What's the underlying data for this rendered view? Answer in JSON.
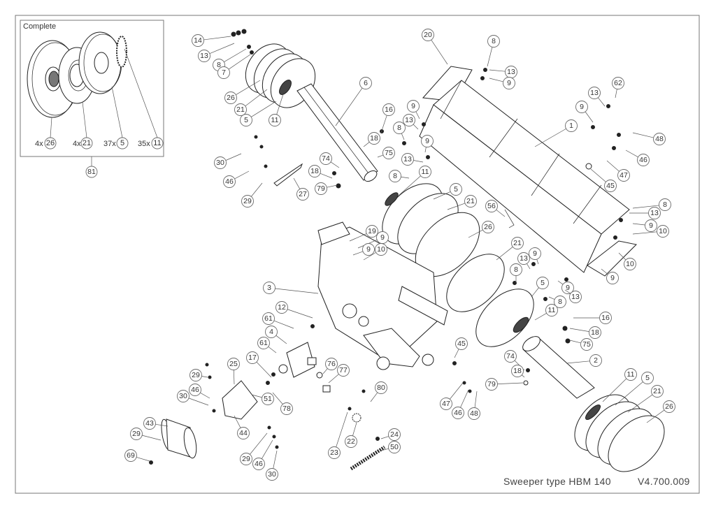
{
  "title": {
    "text": "Sweeper type HBM 140",
    "version": "V4.700.009"
  },
  "inset": {
    "label": "Complete",
    "assembly_number": "81",
    "quantities": [
      {
        "prefix": "4x",
        "part": "26"
      },
      {
        "prefix": "4x",
        "part": "21"
      },
      {
        "prefix": "37x",
        "part": "5"
      },
      {
        "prefix": "35x",
        "part": "11"
      }
    ]
  },
  "parts": [
    {
      "id": "p14",
      "number": "14"
    },
    {
      "id": "p13a",
      "number": "13"
    },
    {
      "id": "p8a",
      "number": "8"
    },
    {
      "id": "p7",
      "number": "7"
    },
    {
      "id": "p26a",
      "number": "26"
    },
    {
      "id": "p21a",
      "number": "21"
    },
    {
      "id": "p5a",
      "number": "5"
    },
    {
      "id": "p11a",
      "number": "11"
    },
    {
      "id": "p6",
      "number": "6"
    },
    {
      "id": "p16a",
      "number": "16"
    },
    {
      "id": "p9a",
      "number": "9"
    },
    {
      "id": "p8b",
      "number": "8"
    },
    {
      "id": "p13b",
      "number": "13"
    },
    {
      "id": "p9b",
      "number": "9"
    },
    {
      "id": "p18a",
      "number": "18"
    },
    {
      "id": "p75a",
      "number": "75"
    },
    {
      "id": "p13c",
      "number": "13"
    },
    {
      "id": "p8c",
      "number": "8"
    },
    {
      "id": "p11b",
      "number": "11"
    },
    {
      "id": "p74a",
      "number": "74"
    },
    {
      "id": "p18b",
      "number": "18"
    },
    {
      "id": "p79a",
      "number": "79"
    },
    {
      "id": "p30a",
      "number": "30"
    },
    {
      "id": "p46a",
      "number": "46"
    },
    {
      "id": "p29a",
      "number": "29"
    },
    {
      "id": "p27",
      "number": "27"
    },
    {
      "id": "p20",
      "number": "20"
    },
    {
      "id": "p8d",
      "number": "8"
    },
    {
      "id": "p13d",
      "number": "13"
    },
    {
      "id": "p9c",
      "number": "9"
    },
    {
      "id": "p62",
      "number": "62"
    },
    {
      "id": "p13e",
      "number": "13"
    },
    {
      "id": "p9d",
      "number": "9"
    },
    {
      "id": "p1",
      "number": "1"
    },
    {
      "id": "p48a",
      "number": "48"
    },
    {
      "id": "p46b",
      "number": "46"
    },
    {
      "id": "p47a",
      "number": "47"
    },
    {
      "id": "p45a",
      "number": "45"
    },
    {
      "id": "p5b",
      "number": "5"
    },
    {
      "id": "p21b",
      "number": "21"
    },
    {
      "id": "p56",
      "number": "56"
    },
    {
      "id": "p26b",
      "number": "26"
    },
    {
      "id": "p8e",
      "number": "8"
    },
    {
      "id": "p13f",
      "number": "13"
    },
    {
      "id": "p9e",
      "number": "9"
    },
    {
      "id": "p10a",
      "number": "10"
    },
    {
      "id": "p10b",
      "number": "10"
    },
    {
      "id": "p9f",
      "number": "9"
    },
    {
      "id": "p19",
      "number": "19"
    },
    {
      "id": "p9g",
      "number": "9"
    },
    {
      "id": "p9h",
      "number": "9"
    },
    {
      "id": "p10c",
      "number": "10"
    },
    {
      "id": "p21c",
      "number": "21"
    },
    {
      "id": "p13g",
      "number": "13"
    },
    {
      "id": "p9i",
      "number": "9"
    },
    {
      "id": "p8f",
      "number": "8"
    },
    {
      "id": "p5c",
      "number": "5"
    },
    {
      "id": "p9j",
      "number": "9"
    },
    {
      "id": "p13h",
      "number": "13"
    },
    {
      "id": "p8g",
      "number": "8"
    },
    {
      "id": "p3",
      "number": "3"
    },
    {
      "id": "p11c",
      "number": "11"
    },
    {
      "id": "p16b",
      "number": "16"
    },
    {
      "id": "p18c",
      "number": "18"
    },
    {
      "id": "p75b",
      "number": "75"
    },
    {
      "id": "p12",
      "number": "12"
    },
    {
      "id": "p61a",
      "number": "61"
    },
    {
      "id": "p4",
      "number": "4"
    },
    {
      "id": "p61b",
      "number": "61"
    },
    {
      "id": "p17",
      "number": "17"
    },
    {
      "id": "p76",
      "number": "76"
    },
    {
      "id": "p77",
      "number": "77"
    },
    {
      "id": "p45b",
      "number": "45"
    },
    {
      "id": "p74b",
      "number": "74"
    },
    {
      "id": "p2",
      "number": "2"
    },
    {
      "id": "p18d",
      "number": "18"
    },
    {
      "id": "p79b",
      "number": "79"
    },
    {
      "id": "p11d",
      "number": "11"
    },
    {
      "id": "p5d",
      "number": "5"
    },
    {
      "id": "p21d",
      "number": "21"
    },
    {
      "id": "p26c",
      "number": "26"
    },
    {
      "id": "p29b",
      "number": "29"
    },
    {
      "id": "p25",
      "number": "25"
    },
    {
      "id": "p46c",
      "number": "46"
    },
    {
      "id": "p30b",
      "number": "30"
    },
    {
      "id": "p51",
      "number": "51"
    },
    {
      "id": "p78",
      "number": "78"
    },
    {
      "id": "p44",
      "number": "44"
    },
    {
      "id": "p43",
      "number": "43"
    },
    {
      "id": "p29c",
      "number": "29"
    },
    {
      "id": "p69",
      "number": "69"
    },
    {
      "id": "p29d",
      "number": "29"
    },
    {
      "id": "p46d",
      "number": "46"
    },
    {
      "id": "p30c",
      "number": "30"
    },
    {
      "id": "p80",
      "number": "80"
    },
    {
      "id": "p23",
      "number": "23"
    },
    {
      "id": "p22",
      "number": "22"
    },
    {
      "id": "p24",
      "number": "24"
    },
    {
      "id": "p50",
      "number": "50"
    },
    {
      "id": "p47b",
      "number": "47"
    },
    {
      "id": "p46e",
      "number": "46"
    },
    {
      "id": "p48b",
      "number": "48"
    }
  ]
}
